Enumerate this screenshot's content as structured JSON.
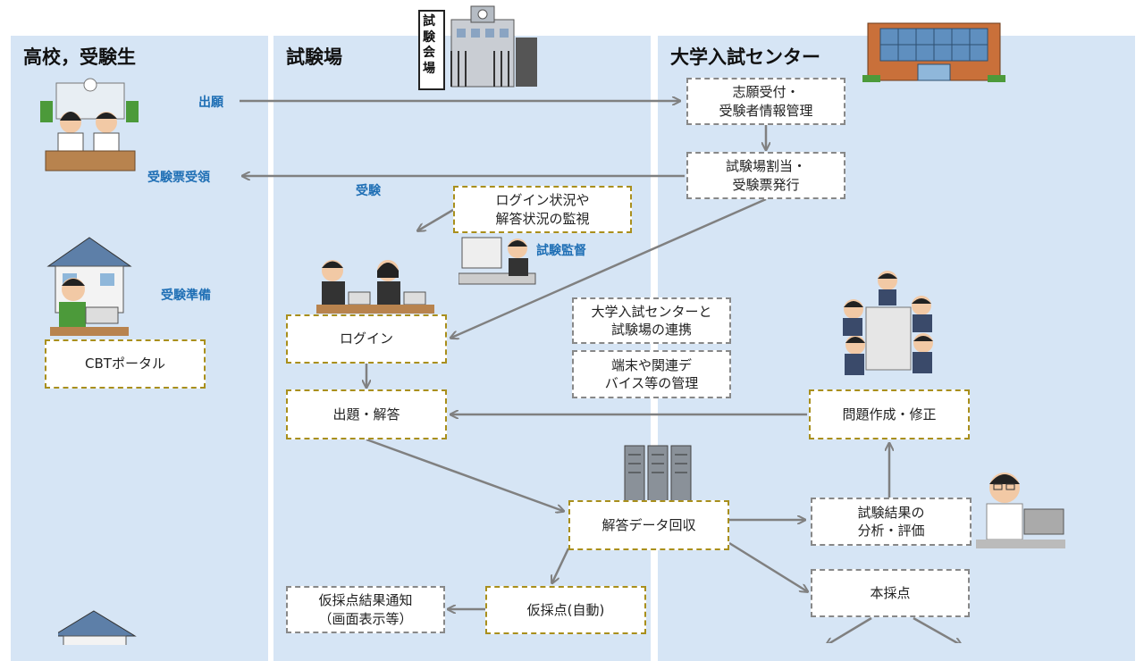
{
  "lanes": {
    "school": "高校，受験生",
    "venue": "試験場",
    "center": "大学入試センター"
  },
  "building_sign": "試験会場",
  "labels": {
    "apply": "出願",
    "receive_ticket": "受験票受領",
    "exam": "受験",
    "prep": "受験準備",
    "proctor": "試験監督"
  },
  "boxes": {
    "accept": "志願受付・\n受験者情報管理",
    "assign": "試験場割当・\n受験票発行",
    "monitor": "ログイン状況や\n解答状況の監視",
    "portal": "CBTポータル",
    "login": "ログイン",
    "answer": "出題・解答",
    "link": "大学入試センターと\n試験場の連携",
    "device": "端末や関連デ\nバイス等の管理",
    "create": "問題作成・修正",
    "collect": "解答データ回収",
    "analysis": "試験結果の\n分析・評価",
    "final_score": "本採点",
    "provisional_notice": "仮採点結果通知\n（画面表示等）",
    "provisional": "仮採点(自動)"
  },
  "colors": {
    "lane_bg": "#d6e5f5",
    "accent_blue": "#1f6fb5",
    "arrow": "#808080",
    "border_gold": "#a98f1c"
  }
}
